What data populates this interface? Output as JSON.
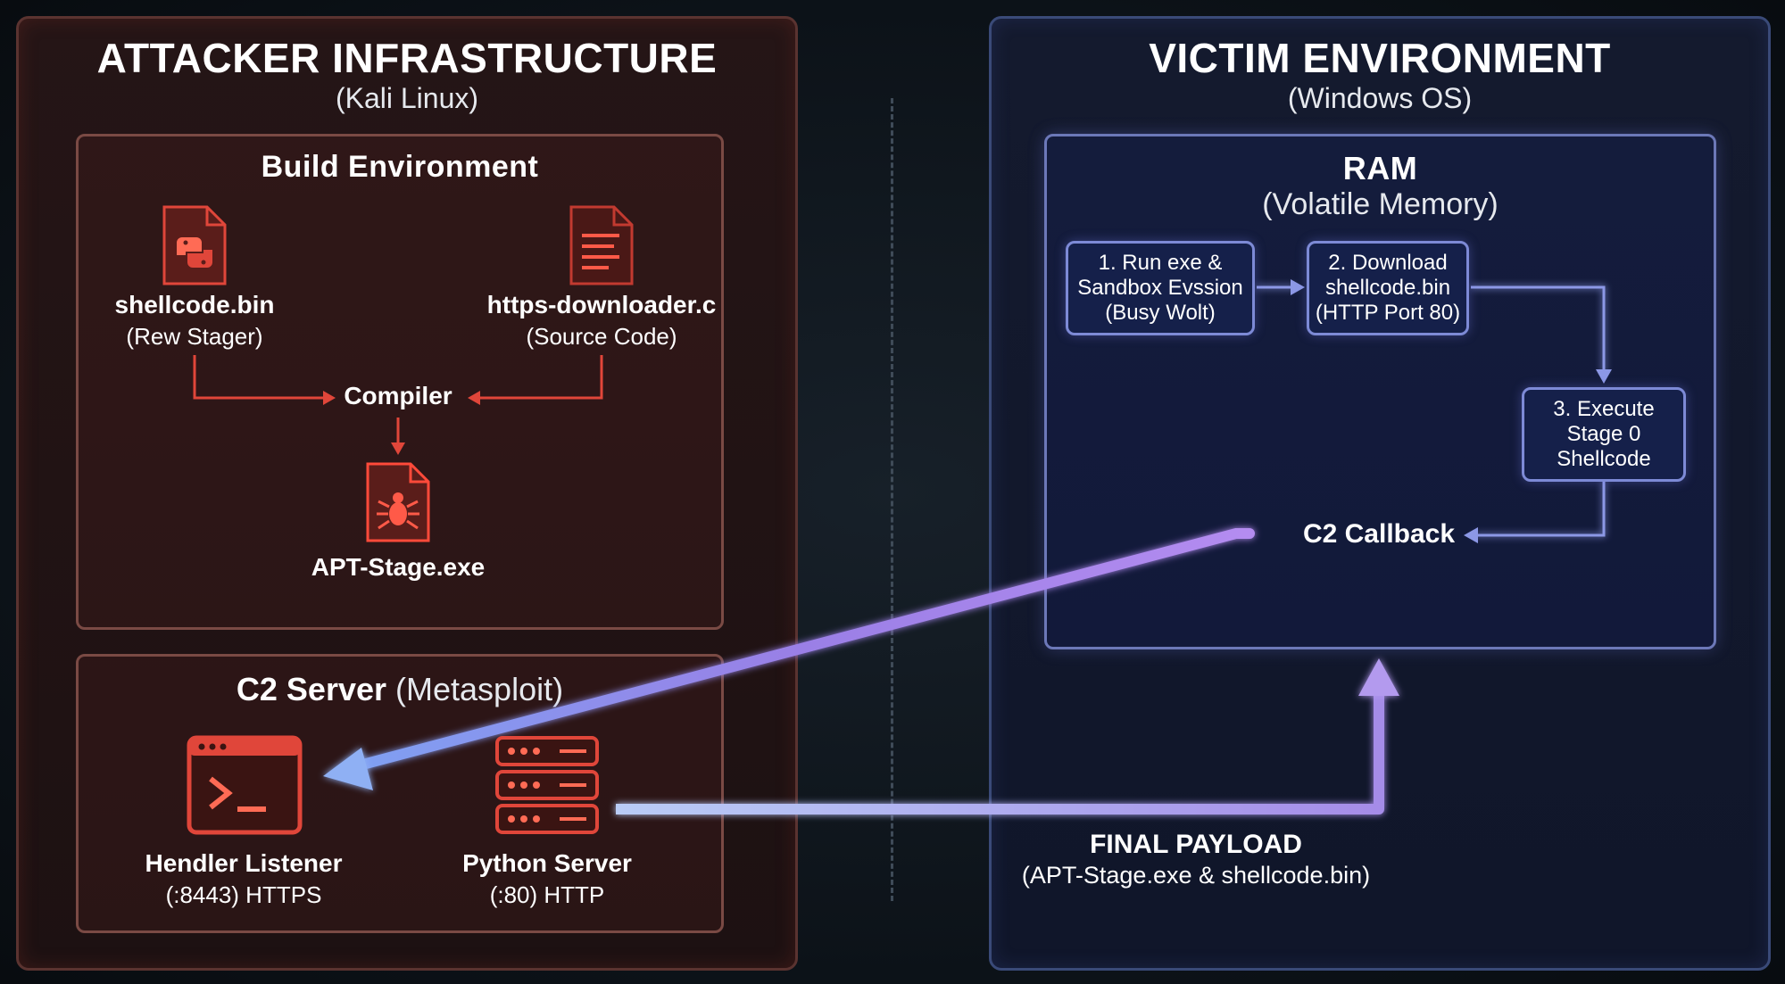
{
  "attacker": {
    "title": "ATTACKER INFRASTRUCTURE",
    "subtitle": "(Kali Linux)",
    "build": {
      "title": "Build Environment",
      "shellcode_name": "shellcode.bin",
      "shellcode_desc": "(Rew Stager)",
      "downloader_name": "https-downloader.c",
      "downloader_desc": "(Source Code)",
      "compiler": "Compiler",
      "output_exe": "APT-Stage.exe"
    },
    "c2": {
      "title": "C2 Server",
      "title_sub": "(Metasploit)",
      "listener_name": "Hendler Listener",
      "listener_port": "(:8443) HTTPS",
      "python_name": "Python Server",
      "python_port": "(:80) HTTP"
    }
  },
  "victim": {
    "title": "VICTIM ENVIRONMENT",
    "subtitle": "(Windows OS)",
    "ram": {
      "title": "RAM",
      "subtitle": "(Volatile Memory)",
      "steps": [
        {
          "l1": "1. Run exe &",
          "l2": "Sandbox Evssion",
          "l3": "(Busy Wolt)"
        },
        {
          "l1": "2. Download",
          "l2": "shellcode.bin",
          "l3": "(HTTP Port 80)"
        },
        {
          "l1": "3. Execute",
          "l2": "Stage 0",
          "l3": "Shellcode"
        }
      ],
      "callback": "C2 Callback"
    },
    "final_payload": "FINAL PAYLOAD",
    "final_payload_desc": "(APT-Stage.exe & shellcode.bin)"
  },
  "colors": {
    "attacker_accent": "#e0463a",
    "victim_accent": "#7d8ad6",
    "callback_arrow": "#a98ae8",
    "payload_arrow": "#9ab0ee"
  },
  "icons": [
    "python-file-icon",
    "c-source-file-icon",
    "malware-exe-icon",
    "terminal-icon",
    "server-rack-icon"
  ]
}
